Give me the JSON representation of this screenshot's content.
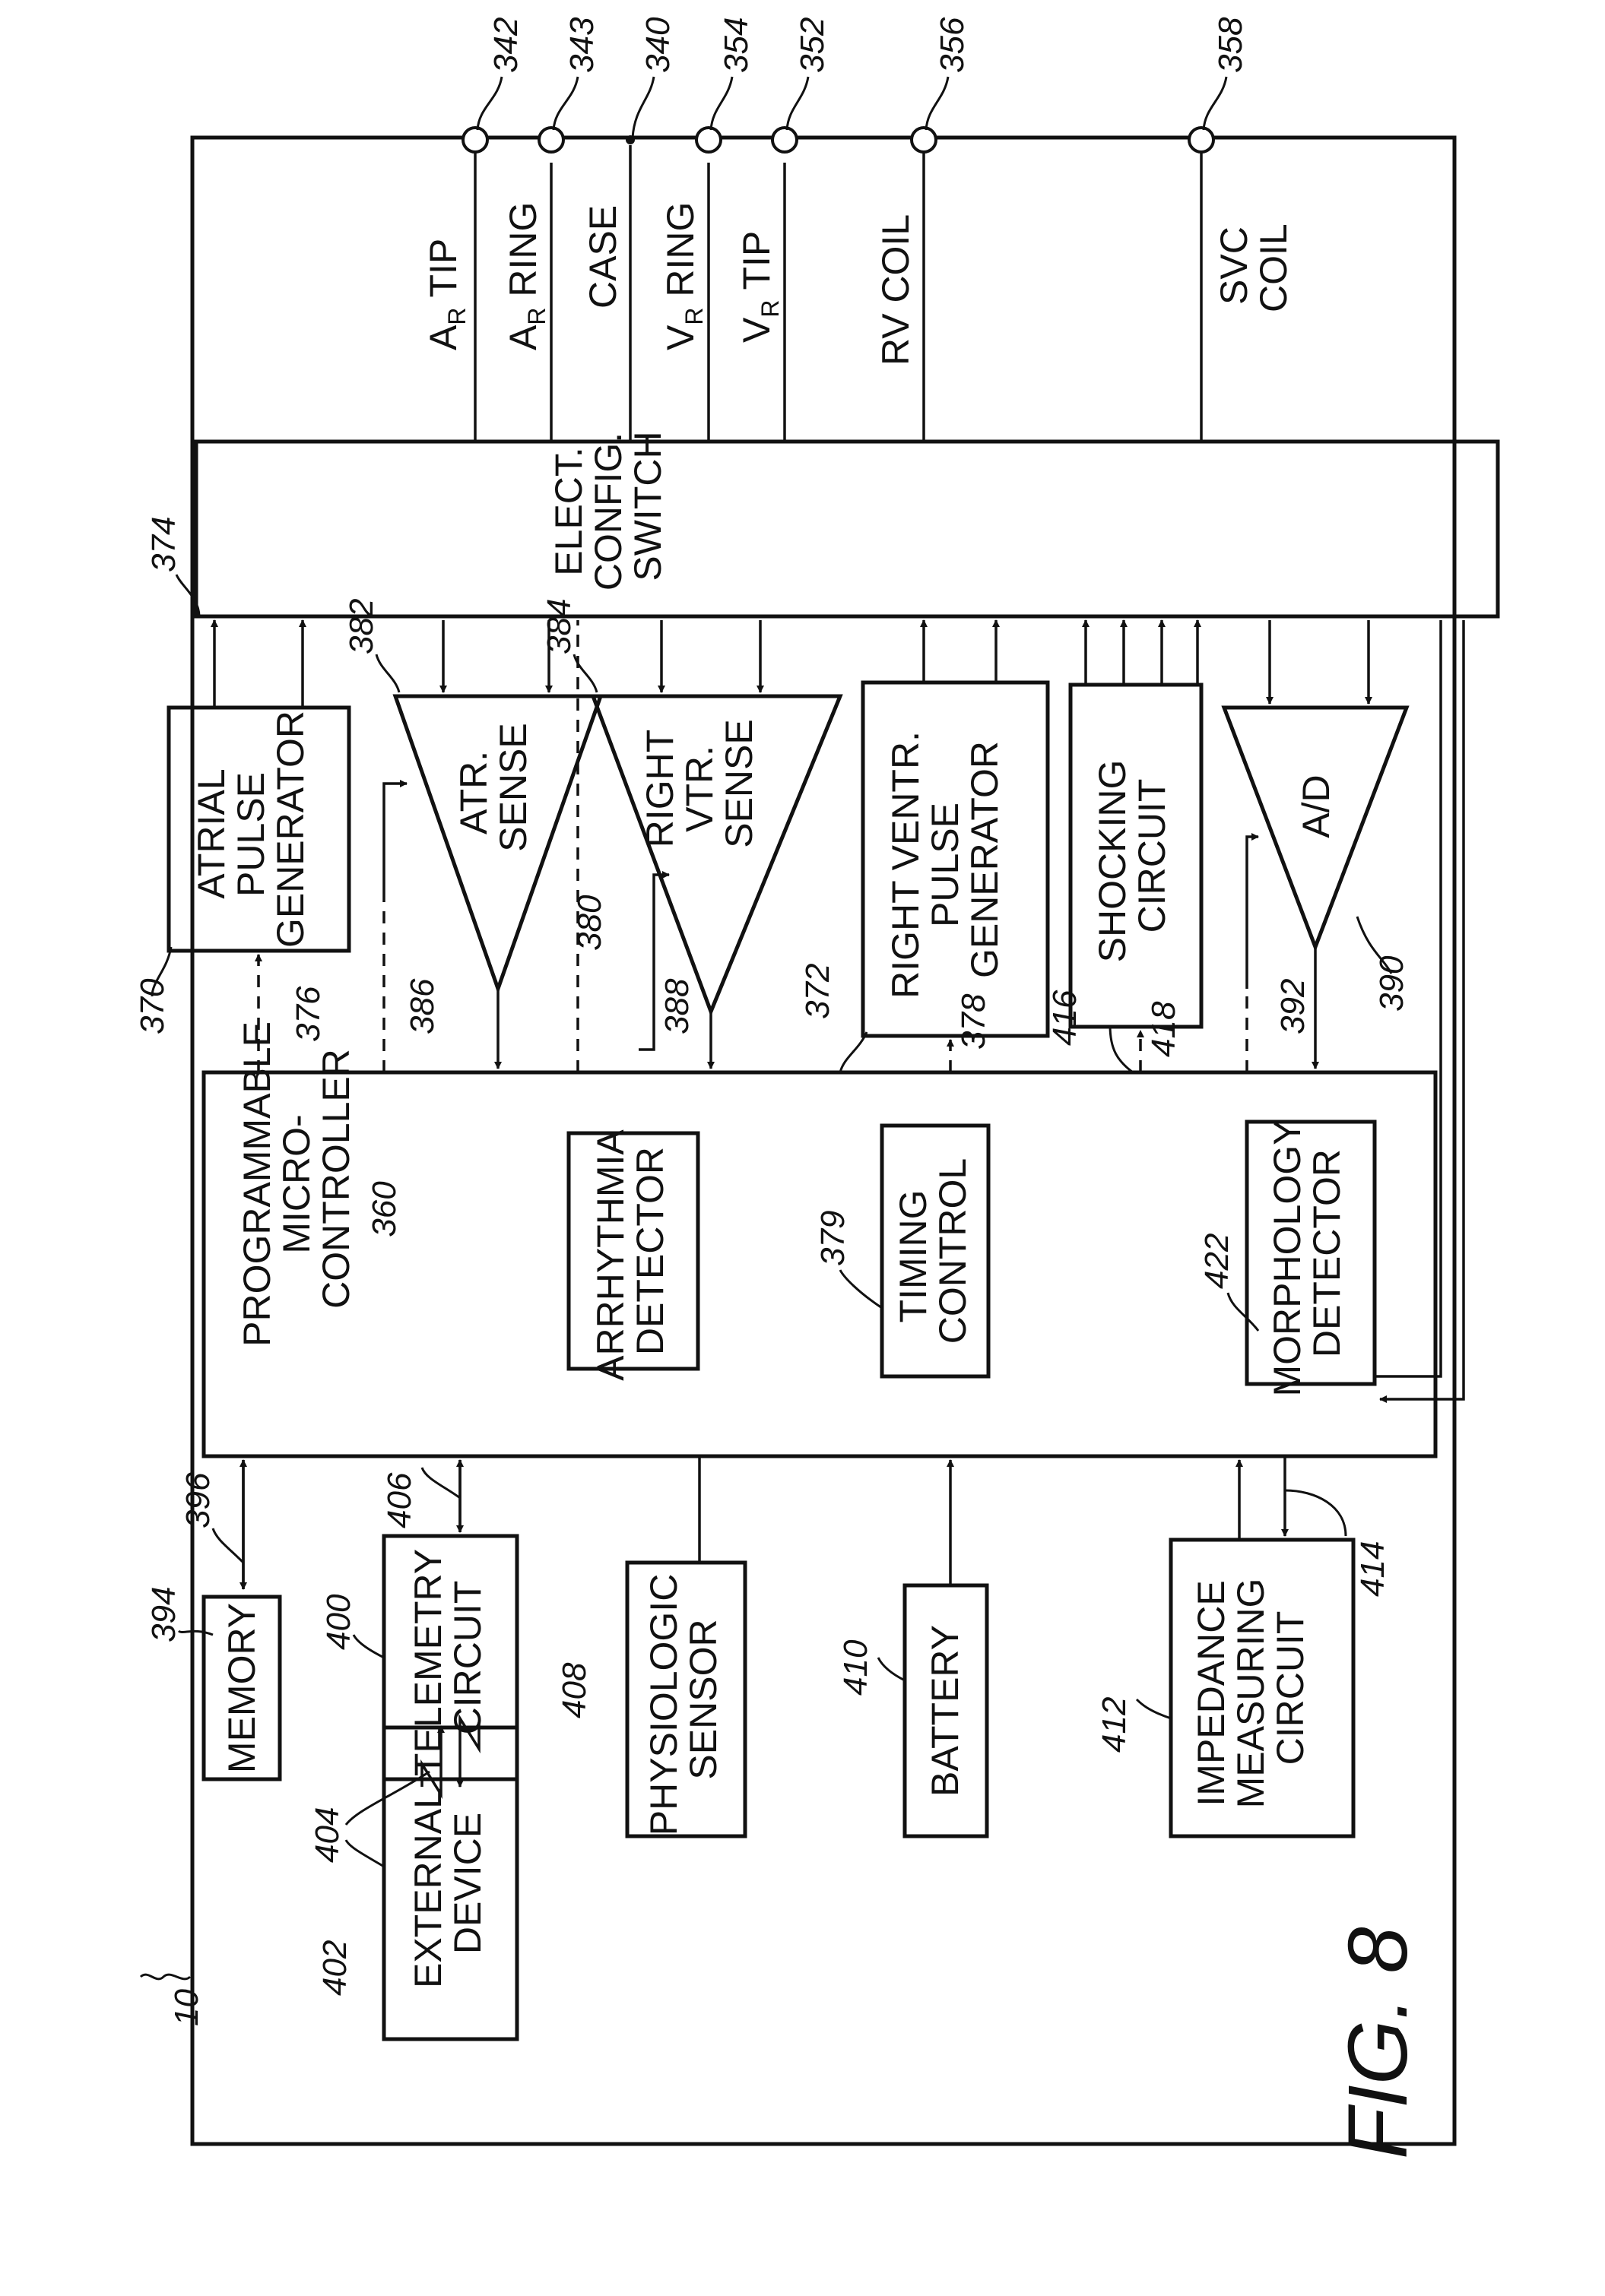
{
  "figure": {
    "title": "FIG. 8",
    "device_ref": "10"
  },
  "terminals": [
    {
      "ref": "342",
      "label": "A",
      "sub": "R",
      "suffix": " TIP"
    },
    {
      "ref": "343",
      "label": "A",
      "sub": "R",
      "suffix": " RING"
    },
    {
      "ref": "340",
      "label": "CASE",
      "sub": "",
      "suffix": ""
    },
    {
      "ref": "354",
      "label": "V",
      "sub": "R",
      "suffix": " RING"
    },
    {
      "ref": "352",
      "label": "V",
      "sub": "R",
      "suffix": " TIP"
    },
    {
      "ref": "356",
      "label": "RV COIL",
      "sub": "",
      "suffix": ""
    },
    {
      "ref": "358",
      "label": "SVC",
      "sub": "",
      "suffix": "",
      "line2": "COIL"
    }
  ],
  "switch": {
    "ref": "374",
    "lines": [
      "ELECT.",
      "CONFIG.",
      "SWITCH"
    ]
  },
  "atrial_pulse_generator": {
    "ref": "370",
    "lines": [
      "ATRIAL",
      "PULSE",
      "GENERATOR"
    ]
  },
  "atrial_sense": {
    "ref": "382",
    "lines": [
      "ATR.",
      "SENSE"
    ]
  },
  "right_vtr_sense": {
    "ref": "384",
    "lines": [
      "RIGHT",
      "VTR.",
      "SENSE"
    ]
  },
  "right_ventr_pulse_generator": {
    "ref": "372",
    "lines": [
      "RIGHT VENTR.",
      "PULSE",
      "GENERATOR"
    ]
  },
  "shocking_circuit": {
    "ref": "416",
    "lines": [
      "SHOCKING",
      "CIRCUIT"
    ]
  },
  "ad_converter": {
    "ref": "390",
    "label": "A/D"
  },
  "microcontroller": {
    "ref": "360",
    "lines": [
      "PROGRAMMABLE",
      "MICRO-",
      "CONTROLLER"
    ]
  },
  "arrhythmia_detector": {
    "lines": [
      "ARRHYTHMIA",
      "DETECTOR"
    ]
  },
  "timing_control": {
    "ref": "379",
    "lines": [
      "TIMING",
      "CONTROL"
    ]
  },
  "morphology_detector": {
    "ref": "422",
    "lines": [
      "MORPHOLOGY",
      "DETECTOR"
    ]
  },
  "memory": {
    "ref": "394",
    "label": "MEMORY"
  },
  "telemetry_circuit": {
    "ref": "400",
    "lines": [
      "TELEMETRY",
      "CIRCUIT"
    ]
  },
  "physiologic_sensor": {
    "ref": "408",
    "lines": [
      "PHYSIOLOGIC",
      "SENSOR"
    ]
  },
  "battery": {
    "ref": "410",
    "label": "BATTERY"
  },
  "impedance_circuit": {
    "ref": "412",
    "lines": [
      "IMPEDANCE",
      "MEASURING",
      "CIRCUIT"
    ]
  },
  "external_device": {
    "ref": "402",
    "lines": [
      "EXTERNAL",
      "DEVICE"
    ]
  },
  "signal_refs": {
    "atrial_ctrl": "376",
    "atr_sense_ctrl": "386",
    "dash_380": "380",
    "vtr_sense_ctrl": "388",
    "rv_ctrl": "378",
    "shock_ctrl": "418",
    "ad_ctrl": "392",
    "memory_bus": "396",
    "telemetry_bus": "406",
    "impedance_bus": "414",
    "comm_link": "404"
  }
}
